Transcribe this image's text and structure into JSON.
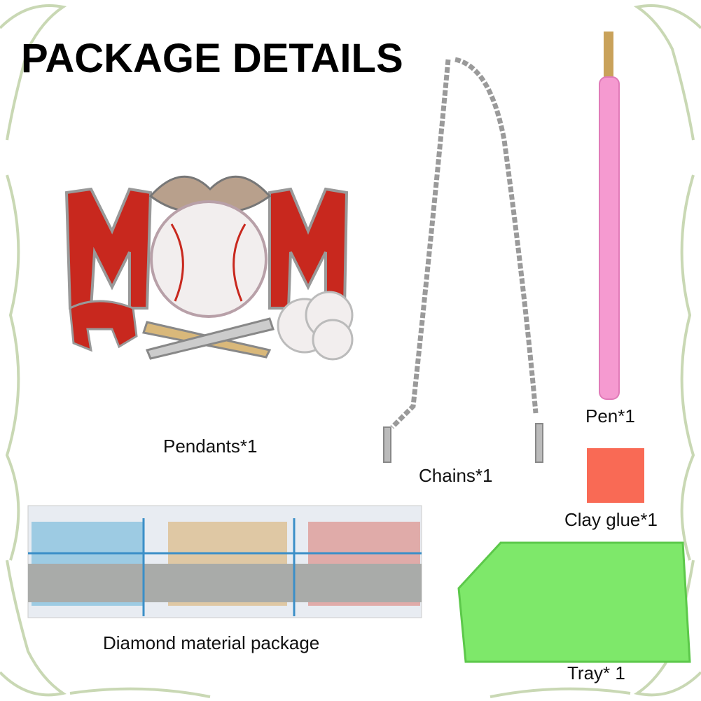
{
  "title": "PACKAGE DETAILS",
  "items": [
    {
      "label": "Pendants*1",
      "icon": "mom-baseball-pendant"
    },
    {
      "label": "Chains*1",
      "icon": "chain"
    },
    {
      "label": "Pen*1",
      "icon": "drill-pen"
    },
    {
      "label": "Clay glue*1",
      "icon": "clay-glue"
    },
    {
      "label": "Diamond material package",
      "icon": "diamond-bags"
    },
    {
      "label": "Tray* 1",
      "icon": "tray"
    }
  ],
  "colors": {
    "border": "#c9d8b4",
    "pen": "#f59ad0",
    "clay": "#f96a55",
    "tray": "#7ee86a",
    "pendant_red": "#c8281e"
  }
}
